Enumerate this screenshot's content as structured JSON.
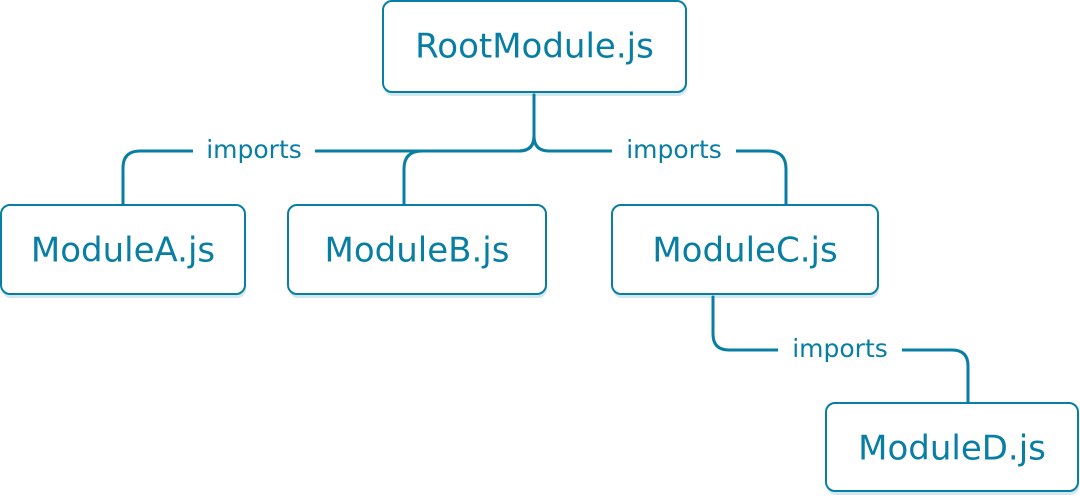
{
  "colors": {
    "accent": "#087ea4",
    "background": "#ffffff"
  },
  "nodes": {
    "root": "RootModule.js",
    "a": "ModuleA.js",
    "b": "ModuleB.js",
    "c": "ModuleC.js",
    "d": "ModuleD.js"
  },
  "edges": {
    "root_to_ab": "imports",
    "root_to_c": "imports",
    "c_to_d": "imports"
  }
}
